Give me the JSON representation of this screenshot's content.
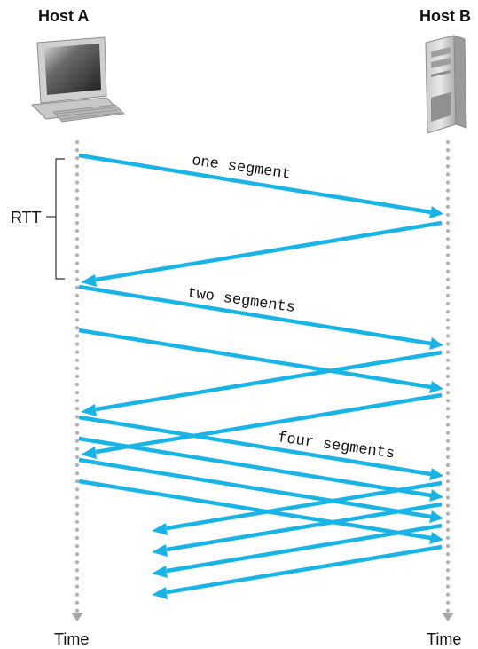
{
  "hosts": {
    "a": {
      "title": "Host A",
      "icon": "desktop-computer-icon"
    },
    "b": {
      "title": "Host B",
      "icon": "server-tower-icon"
    }
  },
  "timeline": {
    "left_label": "Time",
    "right_label": "Time"
  },
  "rtt": {
    "label": "RTT"
  },
  "segments": {
    "one": "one segment",
    "two": "two segments",
    "four": "four segments"
  },
  "colors": {
    "arrow": "#19b4e6",
    "timeline_dots": "#b0b0b0",
    "time_arrowhead": "#a8a8a8"
  }
}
